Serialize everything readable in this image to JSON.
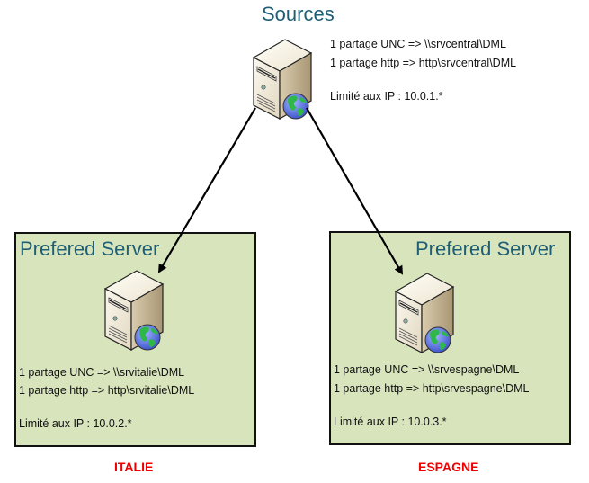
{
  "source": {
    "title": "Sources",
    "lines": [
      "1 partage UNC => \\\\srvcentral\\DML",
      "1 partage http => http\\srvcentral\\DML",
      "Limité aux IP : 10.0.1.*"
    ],
    "icon": "web-server-icon"
  },
  "servers": [
    {
      "title": "Prefered Server",
      "lines": [
        "1 partage UNC => \\\\srvitalie\\DML",
        "1 partage http => http\\srvitalie\\DML",
        "Limité aux IP : 10.0.2.*"
      ],
      "country": "ITALIE",
      "icon": "web-server-icon"
    },
    {
      "title": "Prefered Server",
      "lines": [
        "1 partage UNC => \\\\srvespagne\\DML",
        "1 partage http => http\\srvespagne\\DML",
        "Limité aux IP : 10.0.3.*"
      ],
      "country": "ESPAGNE",
      "icon": "web-server-icon"
    }
  ],
  "colors": {
    "title": "#1f5f75",
    "box_fill": "#d8e4bc",
    "country_label": "#ee0000"
  }
}
